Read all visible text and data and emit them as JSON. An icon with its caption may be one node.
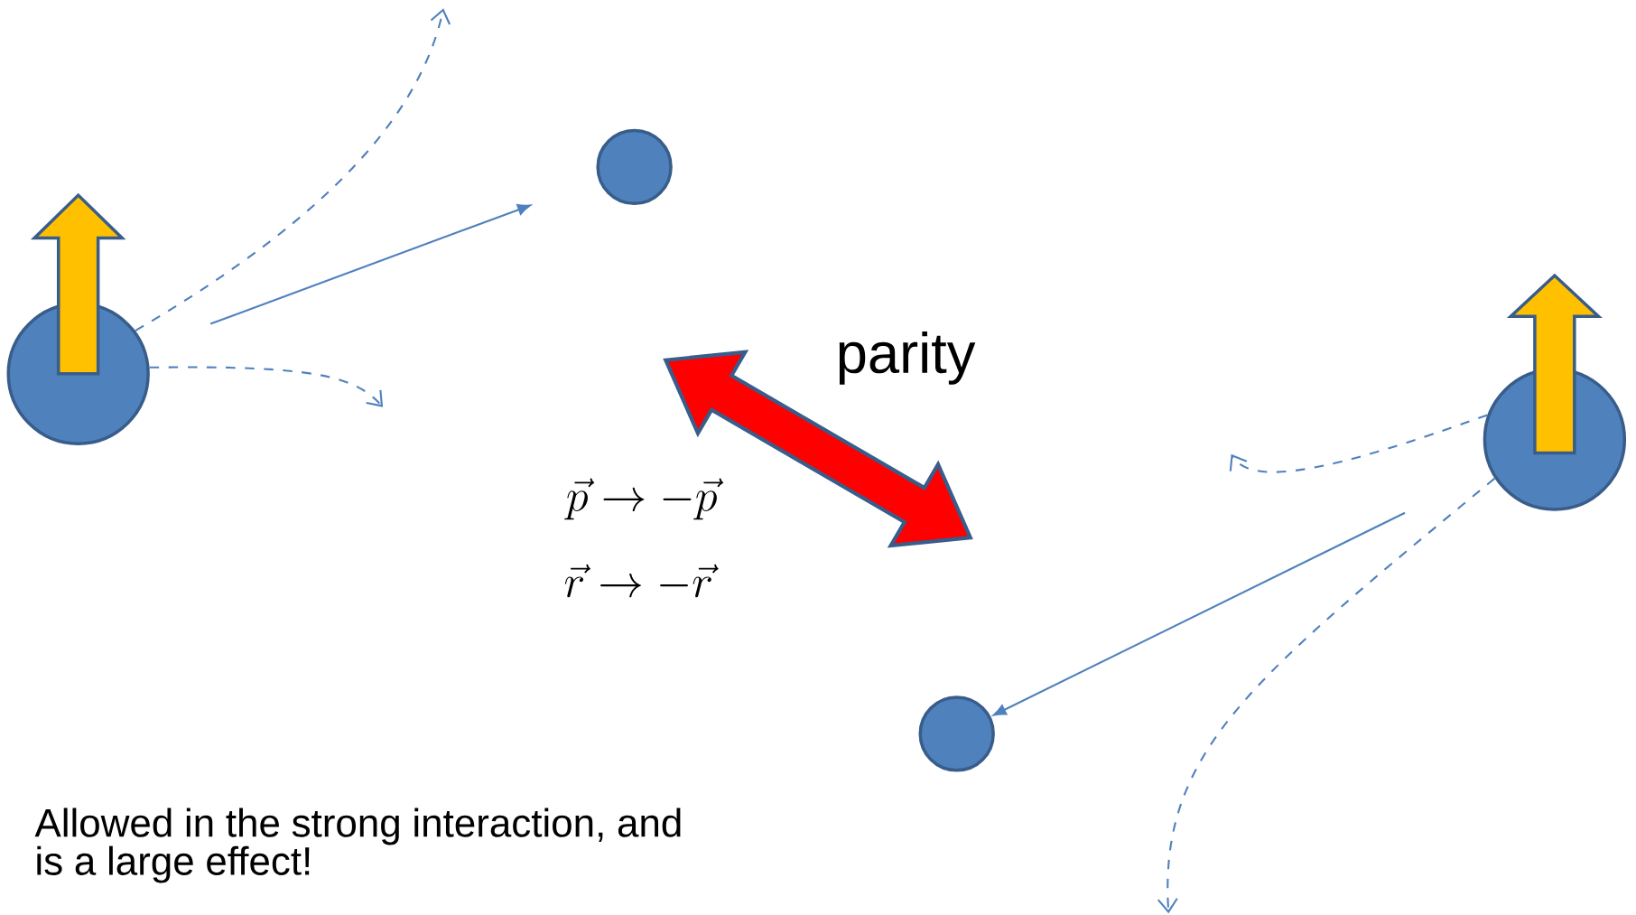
{
  "diagram": {
    "nodes": [
      {
        "text": [],
        "shape": "circle"
      },
      {
        "text": [],
        "shape": "circle"
      },
      {
        "text": [],
        "shape": "circle"
      },
      {
        "text": [],
        "shape": "circle"
      }
    ],
    "edges": [
      {
        "from": 0,
        "to": 1,
        "arrow": "to"
      },
      {
        "from": 0,
        "to": null,
        "arrow": "to",
        "style": "dashed"
      },
      {
        "from": 0,
        "to": null,
        "arrow": "to",
        "style": "dashed"
      },
      {
        "from": 2,
        "to": 3,
        "arrow": "to"
      },
      {
        "from": 2,
        "to": null,
        "arrow": "to",
        "style": "dashed"
      },
      {
        "from": 2,
        "to": null,
        "arrow": "to",
        "style": "dashed"
      }
    ],
    "labels": [
      "parity",
      "\\vec{p} \\rightarrow -\\vec{p}",
      "\\vec{r} \\rightarrow -\\vec{r}",
      "Allowed in the strong interaction, and is a large effect!"
    ]
  }
}
